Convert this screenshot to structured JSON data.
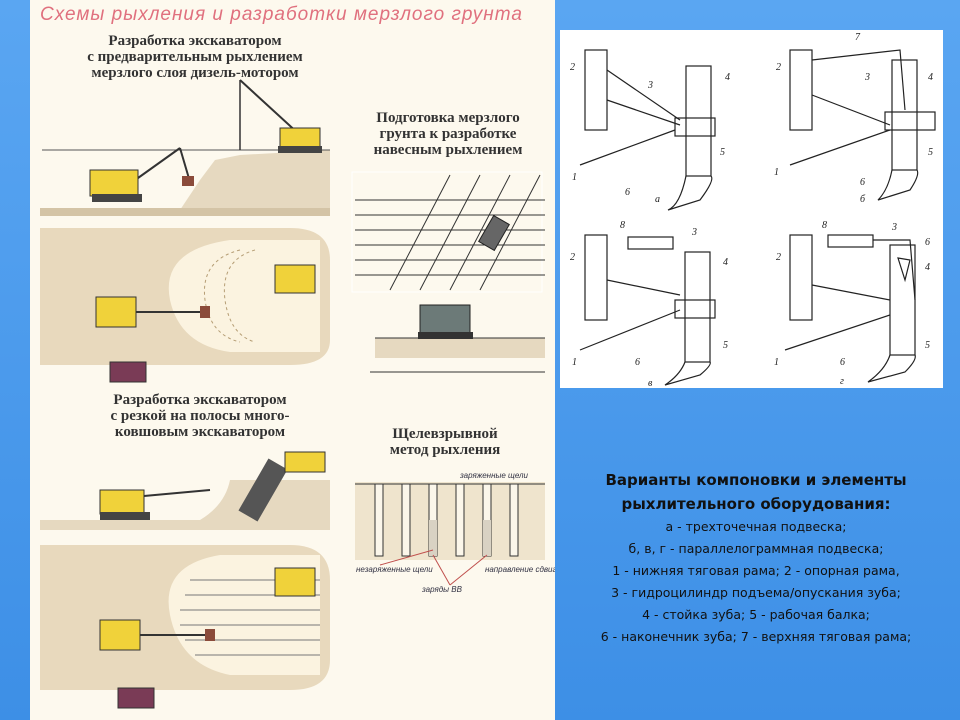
{
  "left": {
    "title": "Схемы рыхления и разработки мерзлого грунта",
    "cap1": [
      "Разработка экскаватором",
      "с предварительным рыхлением",
      "мерзлого слоя дизель-мотором"
    ],
    "cap2": [
      "Подготовка мерзлого",
      "грунта к разработке",
      "навесным рыхлением"
    ],
    "cap3": [
      "Разработка экскаватором",
      "с резкой на полосы много-",
      "ковшовым экскаватором"
    ],
    "cap4": [
      "Щелевзрывной",
      "метод рыхления"
    ],
    "slot_labels": {
      "charged": "заряженные щели",
      "uncharged": "незаряженные щели",
      "charges": "заряды ВВ",
      "shift": "направление сдвига"
    }
  },
  "right_figure": {
    "panel_letters": [
      "а",
      "б",
      "в",
      "г"
    ],
    "part_numbers": [
      "1",
      "2",
      "3",
      "4",
      "5",
      "6",
      "7",
      "8"
    ]
  },
  "caption": {
    "heading": "Варианты компоновки и элементы рыхлительного оборудования:",
    "lines": [
      "а - трехточечная подвеска;",
      "б, в, г - параллелограммная подвеска;",
      "1 - нижняя тяговая рама; 2 - опорная рама,",
      "3 - гидроцилиндр подъема/опускания зуба;",
      "4 - стойка зуба; 5 - рабочая балка;",
      "6 - наконечник зуба; 7 - верхняя тяговая рама;"
    ]
  }
}
